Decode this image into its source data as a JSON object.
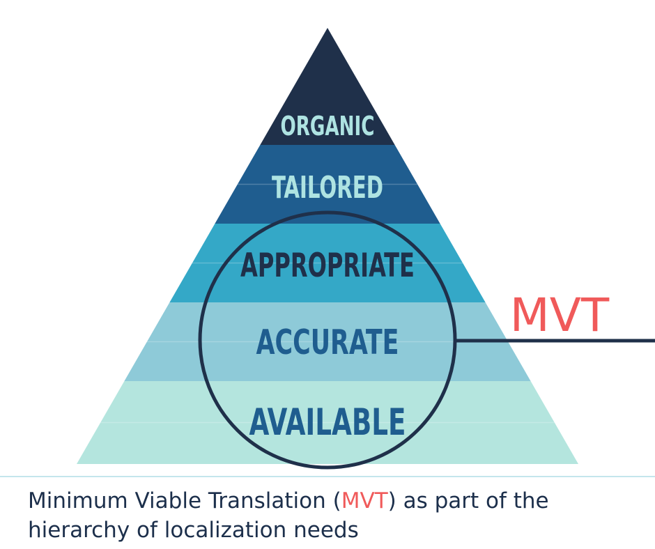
{
  "colors": {
    "dark_navy": "#1f304a",
    "navy_blue": "#1f5d8f",
    "teal": "#34a8c7",
    "light_teal": "#8ecad8",
    "pale_mint": "#b4e5de",
    "mvt_red": "#f05a5a",
    "label_light": "#aee3e2",
    "label_dark": "#1f304a",
    "label_blue": "#1f5d8f"
  },
  "pyramid": {
    "tiers": [
      {
        "id": "organic",
        "label": "ORGANIC",
        "fill": "#1f304a",
        "text_color": "#aee3e2"
      },
      {
        "id": "tailored",
        "label": "TAILORED",
        "fill": "#1f5d8f",
        "text_color": "#aee3e2"
      },
      {
        "id": "appropriate",
        "label": "APPROPRIATE",
        "fill": "#34a8c7",
        "text_color": "#1f304a"
      },
      {
        "id": "accurate",
        "label": "ACCURATE",
        "fill": "#8ecad8",
        "text_color": "#1f5d8f"
      },
      {
        "id": "available",
        "label": "AVAILABLE",
        "fill": "#b4e5de",
        "text_color": "#1f5d8f"
      }
    ]
  },
  "mvt_callout": {
    "label": "MVT"
  },
  "caption": {
    "before": "Minimum Viable Translation (",
    "highlight": "MVT",
    "after": ") as part of the hierarchy of localization needs"
  }
}
